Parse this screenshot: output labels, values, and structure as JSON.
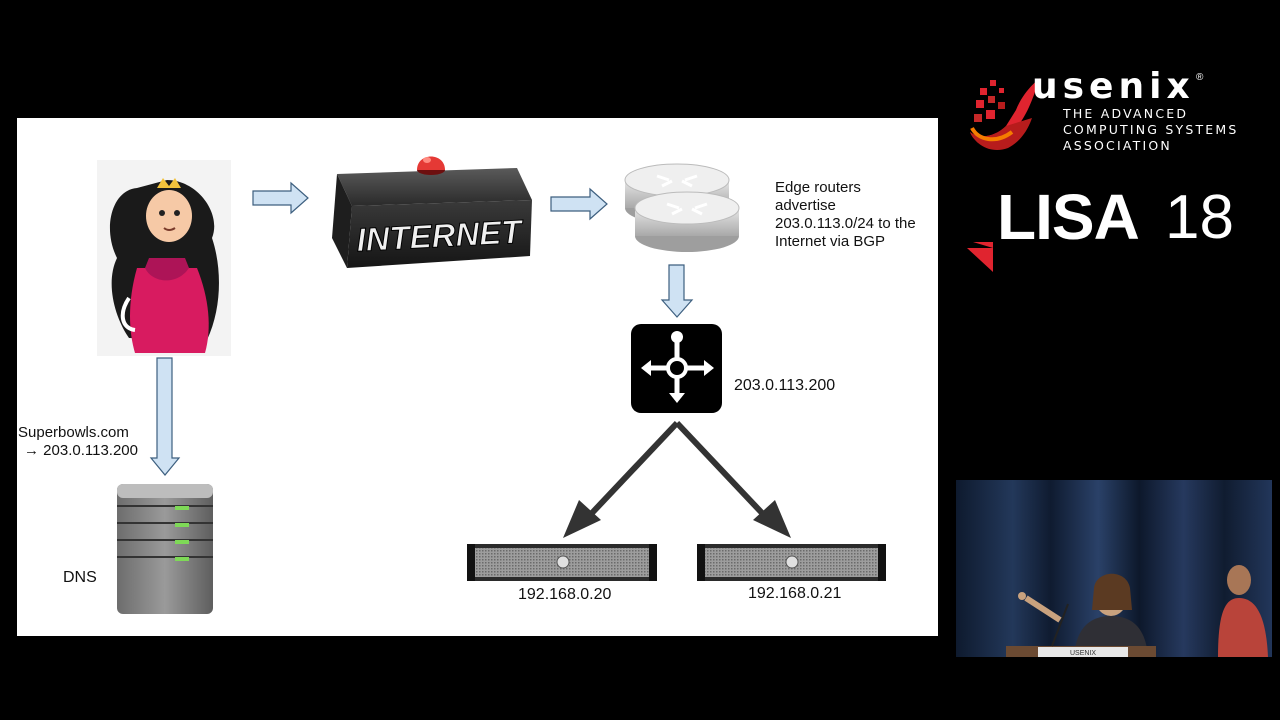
{
  "diagram": {
    "internet_box_label": "INTERNET",
    "edge_routers_text": [
      "Edge routers",
      "advertise",
      "203.0.113.0/24 to the",
      "Internet via BGP"
    ],
    "load_balancer_ip": "203.0.113.200",
    "dns_record_text": [
      "Superbowls.com",
      "→ 203.0.113.200"
    ],
    "dns_label": "DNS",
    "server_left_ip": "192.168.0.20",
    "server_right_ip": "192.168.0.21"
  },
  "branding": {
    "org_name": "usenix",
    "org_tagline": [
      "THE ADVANCED",
      "COMPUTING SYSTEMS",
      "ASSOCIATION"
    ],
    "conference": "LISA",
    "conference_year": "18",
    "podium_text": "USENIX"
  },
  "colors": {
    "arrow_fill": "#cfe2f3",
    "arrow_stroke": "#3d5f7f",
    "brand_red": "#e0242f",
    "server_led": "#7ed957",
    "princess_dress": "#d81b60"
  }
}
